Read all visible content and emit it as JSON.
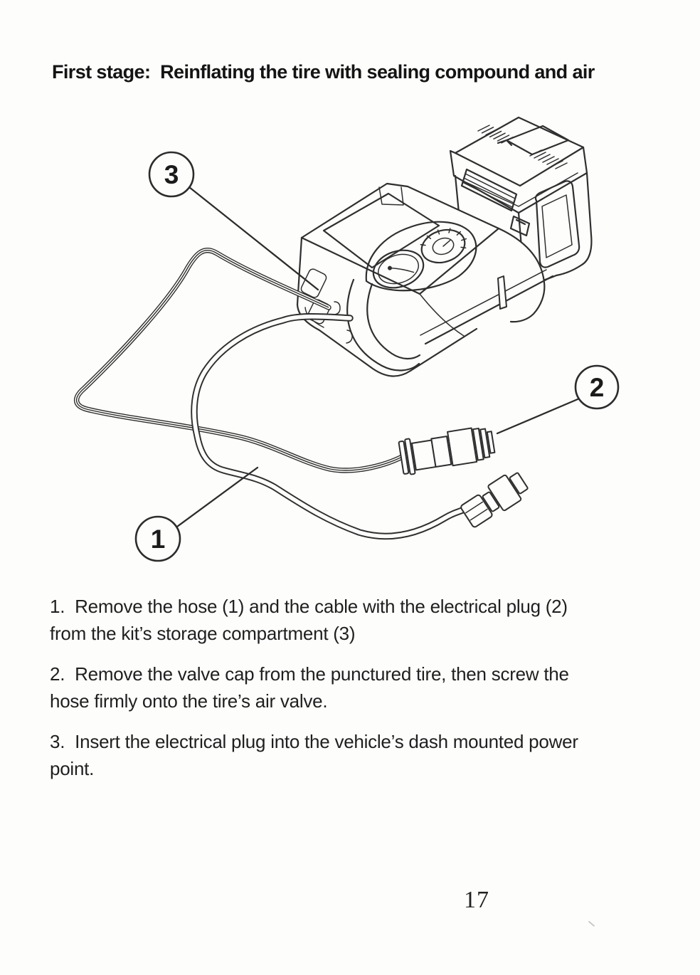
{
  "page": {
    "title": "First stage:  Reinflating the tire with sealing compound and air",
    "page_number": "17",
    "colors": {
      "ink": "#1c1c1c",
      "paper": "#fdfdfb",
      "line_art": "#2f2f2f"
    }
  },
  "figure": {
    "callouts": [
      {
        "label": "1"
      },
      {
        "label": "2"
      },
      {
        "label": "3"
      }
    ]
  },
  "instructions": {
    "items": [
      {
        "lines": [
          "1.  Remove the hose (1) and the cable with the electrical plug (2)",
          "from the kit’s storage compartment (3)"
        ]
      },
      {
        "lines": [
          "2.  Remove the valve cap from the punctured tire, then screw the",
          "hose firmly onto the tire’s air valve."
        ]
      },
      {
        "lines": [
          "3.  Insert the electrical plug into the vehicle’s dash mounted power",
          "point."
        ]
      }
    ]
  }
}
